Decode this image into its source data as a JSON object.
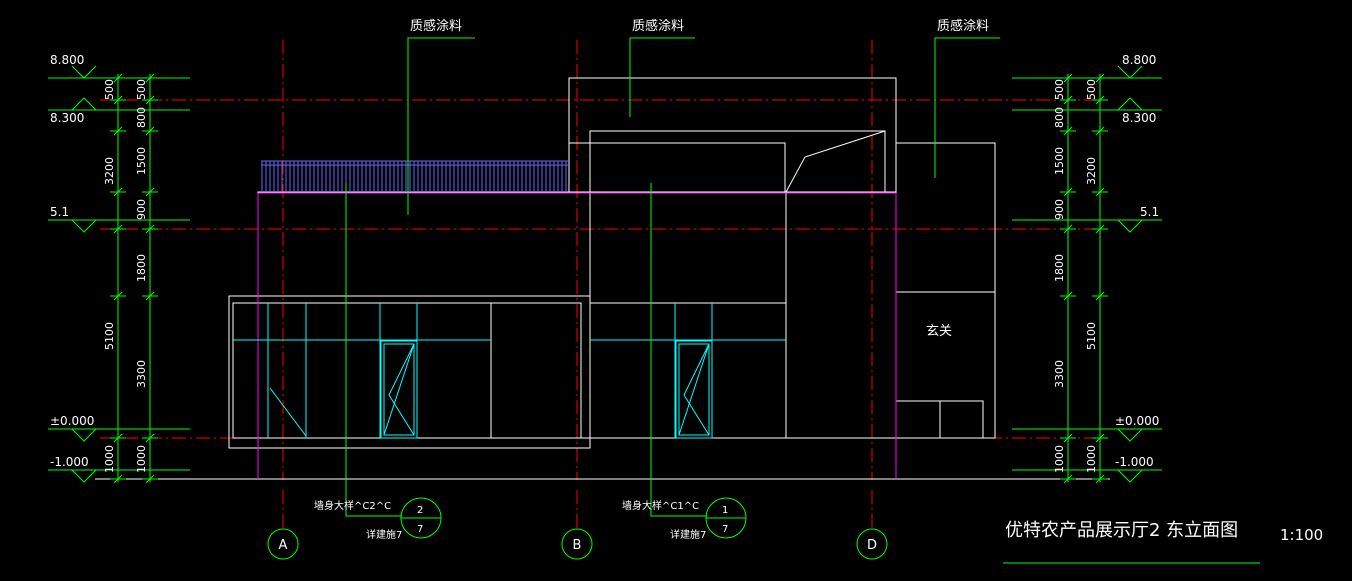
{
  "drawing": {
    "title": "优特农产品展示厅2 东立面图",
    "scale": "1:100",
    "room_label": "玄关"
  },
  "material_notes": [
    "质感涂料",
    "质感涂料",
    "质感涂料"
  ],
  "levels": {
    "left": [
      "8.800",
      "8.300",
      "5.1",
      "±0.000",
      "-1.000"
    ],
    "right": [
      "8.800",
      "8.300",
      "5.1",
      "±0.000",
      "-1.000"
    ]
  },
  "dimensions": {
    "outer": [
      "500",
      "3200",
      "5100",
      "1000"
    ],
    "inner": [
      "500",
      "800",
      "1500",
      "900",
      "1800",
      "3300",
      "1000"
    ]
  },
  "axes": [
    "A",
    "B",
    "D"
  ],
  "wall_details": [
    {
      "text": "墙身大样^C2^C",
      "top": "2",
      "bottom": "7",
      "sub": "详建施7"
    },
    {
      "text": "墙身大样^C1^C",
      "top": "1",
      "bottom": "7",
      "sub": "详建施7"
    }
  ],
  "colors": {
    "background": "#000000",
    "outline": "#ffffff",
    "dimension": "#00ff00",
    "axis_line": "#ff0000",
    "parapet": "#ff00ff",
    "glazing": "#00ffff",
    "railing": "#6666ff"
  }
}
